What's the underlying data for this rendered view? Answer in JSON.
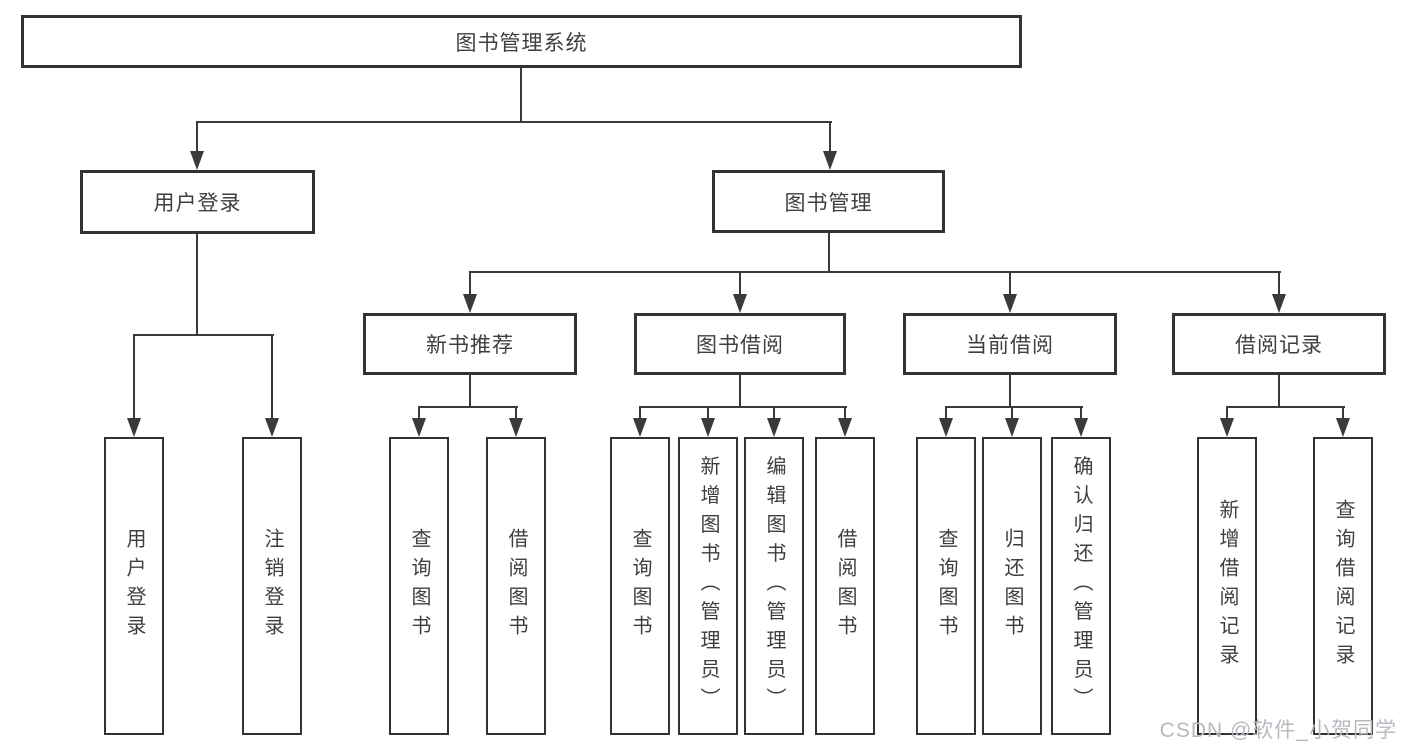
{
  "page": {
    "background": "#ffffff"
  },
  "colors": {
    "line": "#3a3a3a",
    "box_border": "#333333",
    "text": "#3f3f3f",
    "watermark": "#b5bac0"
  },
  "diagram": {
    "root": "图书管理系统",
    "branches": [
      {
        "label": "用户登录",
        "children": [
          "用户登录",
          "注销登录"
        ]
      },
      {
        "label": "图书管理",
        "groups": [
          {
            "label": "新书推荐",
            "children": [
              "查询图书",
              "借阅图书"
            ]
          },
          {
            "label": "图书借阅",
            "children": [
              "查询图书",
              "新增图书（管理员）",
              "编辑图书（管理员）",
              "借阅图书"
            ]
          },
          {
            "label": "当前借阅",
            "children": [
              "查询图书",
              "归还图书",
              "确认归还（管理员）"
            ]
          },
          {
            "label": "借阅记录",
            "children": [
              "新增借阅记录",
              "查询借阅记录"
            ]
          }
        ]
      }
    ]
  },
  "watermark": "CSDN @软件_小贺同学"
}
